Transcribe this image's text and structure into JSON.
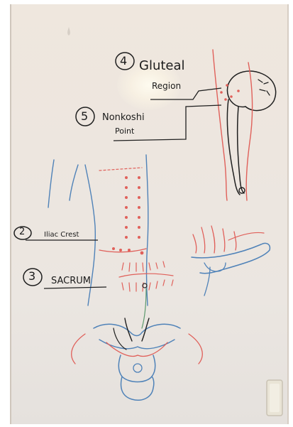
{
  "whiteboard": {
    "label_gluteal_number": "4",
    "label_gluteal_line1": "Gluteal",
    "label_gluteal_line2": "Region",
    "label_nonkoshi_number": "5",
    "label_nonkoshi_line1": "Nonkoshi",
    "label_nonkoshi_line2": "Point",
    "label_iliac_number": "2",
    "label_iliac": "Iliac Crest",
    "label_sacrum_number": "3",
    "label_sacrum": "SACRUM"
  },
  "colors": {
    "marker_red": "#e0605a",
    "marker_blue": "#4f82b8",
    "marker_black": "#1f1f1f",
    "marker_green": "#5c9a6c"
  }
}
